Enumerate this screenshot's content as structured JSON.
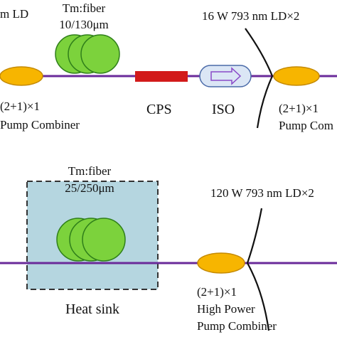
{
  "colors": {
    "fiber": "#6a2a9a",
    "combiner": "#f7b500",
    "combiner_edge": "#c58a00",
    "coil": "#7cd23c",
    "coil_edge": "#2f7f1a",
    "cps": "#d21a1a",
    "iso_fill": "#dbe6f5",
    "iso_edge": "#4a6aa8",
    "arrow": "#8a4ac8",
    "heat_sink": "#b5d6e0"
  },
  "top": {
    "ld_left_label": "m LD",
    "fiber_label_line1": "Tm:fiber",
    "fiber_label_line2": "10/130μm",
    "ld_right_label": "16 W 793 nm LD×2",
    "combiner_left_line1": "(2+1)×1",
    "combiner_left_line2": "Pump Combiner",
    "cps_label": "CPS",
    "iso_label": "ISO",
    "combiner_right_line1": "(2+1)×1",
    "combiner_right_line2": "Pump Com"
  },
  "bottom": {
    "fiber_label_line1": "Tm:fiber",
    "fiber_label_line2": "25/250μm",
    "heat_sink_label": "Heat sink",
    "ld_label": "120 W 793 nm LD×2",
    "combiner_line1": "(2+1)×1",
    "combiner_line2": "High Power",
    "combiner_line3": "Pump Combiner"
  }
}
